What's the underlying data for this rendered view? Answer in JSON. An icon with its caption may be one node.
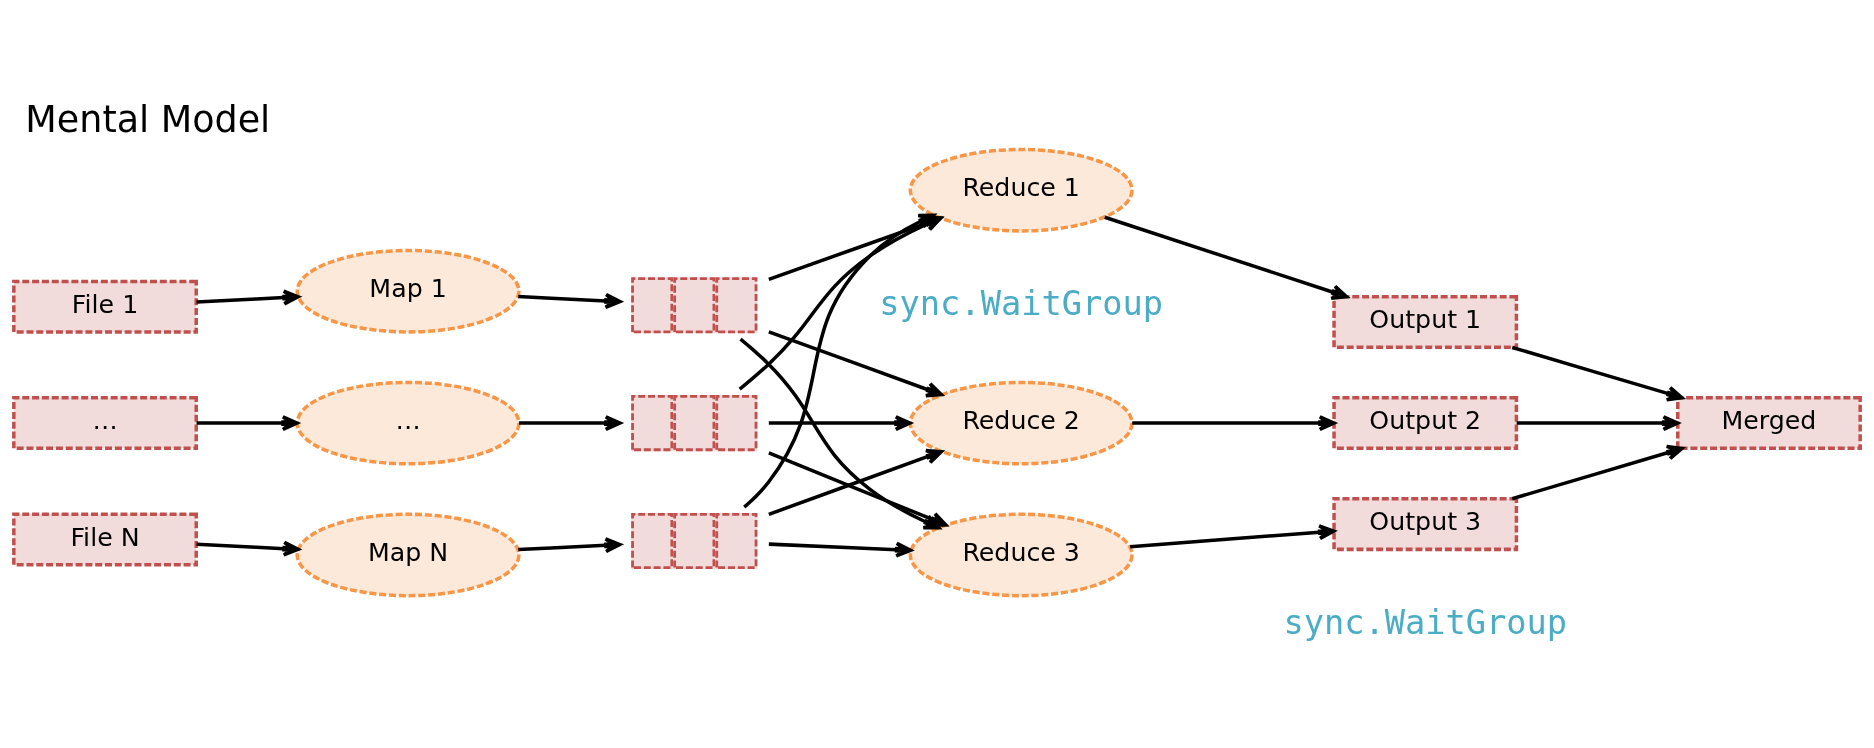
{
  "diagram": {
    "title": "Mental Model",
    "nodes": [
      {
        "text": [
          "File 1"
        ]
      },
      {
        "text": [
          "…"
        ]
      },
      {
        "text": [
          "File N"
        ]
      },
      {
        "text": [
          "Map 1"
        ]
      },
      {
        "text": [
          "…"
        ]
      },
      {
        "text": [
          "Map N"
        ]
      },
      {
        "text": [],
        "shape": "box"
      },
      {
        "text": [],
        "shape": "box"
      },
      {
        "text": [],
        "shape": "box"
      },
      {
        "text": [
          "Reduce 1"
        ]
      },
      {
        "text": [
          "Reduce 2"
        ]
      },
      {
        "text": [
          "Reduce 3"
        ]
      },
      {
        "text": [
          "Output 1"
        ]
      },
      {
        "text": [
          "Output 2"
        ]
      },
      {
        "text": [
          "Output 3"
        ]
      },
      {
        "text": [
          "Merged"
        ]
      }
    ],
    "edges": [
      {
        "from": 0,
        "to": 3,
        "arrow": "to"
      },
      {
        "from": 1,
        "to": 4,
        "arrow": "to"
      },
      {
        "from": 2,
        "to": 5,
        "arrow": "to"
      },
      {
        "from": 3,
        "to": 6,
        "arrow": "to"
      },
      {
        "from": 4,
        "to": 7,
        "arrow": "to"
      },
      {
        "from": 5,
        "to": 8,
        "arrow": "to"
      },
      {
        "from": 6,
        "to": 9,
        "arrow": "to"
      },
      {
        "from": 6,
        "to": 10,
        "arrow": "to"
      },
      {
        "from": 6,
        "to": 11,
        "arrow": "to"
      },
      {
        "from": 7,
        "to": 9,
        "arrow": "to"
      },
      {
        "from": 7,
        "to": 10,
        "arrow": "to"
      },
      {
        "from": 7,
        "to": 11,
        "arrow": "to"
      },
      {
        "from": 8,
        "to": 9,
        "arrow": "to"
      },
      {
        "from": 8,
        "to": 10,
        "arrow": "to"
      },
      {
        "from": 8,
        "to": 11,
        "arrow": "to"
      },
      {
        "from": 9,
        "to": 12,
        "arrow": "to"
      },
      {
        "from": 10,
        "to": 13,
        "arrow": "to"
      },
      {
        "from": 11,
        "to": 14,
        "arrow": "to"
      },
      {
        "from": 12,
        "to": 15,
        "arrow": "to"
      },
      {
        "from": 13,
        "to": 15,
        "arrow": "to"
      },
      {
        "from": 14,
        "to": 15,
        "arrow": "to"
      }
    ],
    "labels": [
      "sync.WaitGroup",
      "sync.WaitGroup"
    ]
  }
}
